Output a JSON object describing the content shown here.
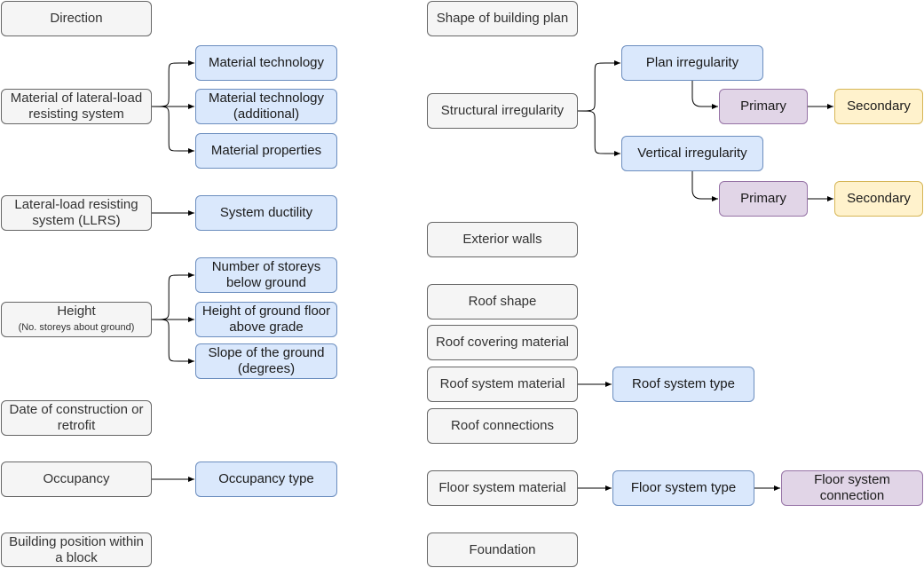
{
  "colors": {
    "gray_fill": "#f5f5f5",
    "gray_border": "#666666",
    "blue_fill": "#dae8fc",
    "blue_border": "#6c8ebf",
    "purple_fill": "#e1d5e7",
    "purple_border": "#9673a6",
    "yellow_fill": "#fff2cc",
    "yellow_border": "#d6b656",
    "connector": "#000000"
  },
  "nodes": {
    "direction": {
      "label": "Direction"
    },
    "material_llrs": {
      "label": "Material of lateral-load resisting system"
    },
    "material_technology": {
      "label": "Material technology"
    },
    "material_technology_additional": {
      "label": "Material technology (additional)"
    },
    "material_properties": {
      "label": "Material properties"
    },
    "llrs": {
      "label": "Lateral-load resisting system (LLRS)"
    },
    "system_ductility": {
      "label": "System ductility"
    },
    "height": {
      "label": "Height",
      "sub": "(No. storeys about ground)"
    },
    "storeys_below_ground": {
      "label": "Number of storeys below ground"
    },
    "height_ground_floor": {
      "label": "Height of ground floor above grade"
    },
    "slope_ground": {
      "label": "Slope of the ground (degrees)"
    },
    "date_construction": {
      "label": "Date of construction or retrofit"
    },
    "occupancy": {
      "label": "Occupancy"
    },
    "occupancy_type": {
      "label": "Occupancy type"
    },
    "building_position": {
      "label": "Building position within a block"
    },
    "shape_plan": {
      "label": "Shape of building plan"
    },
    "structural_irregularity": {
      "label": "Structural irregularity"
    },
    "plan_irregularity": {
      "label": "Plan irregularity"
    },
    "plan_primary": {
      "label": "Primary"
    },
    "plan_secondary": {
      "label": "Secondary"
    },
    "vertical_irregularity": {
      "label": "Vertical irregularity"
    },
    "vertical_primary": {
      "label": "Primary"
    },
    "vertical_secondary": {
      "label": "Secondary"
    },
    "exterior_walls": {
      "label": "Exterior walls"
    },
    "roof_shape": {
      "label": "Roof shape"
    },
    "roof_covering": {
      "label": "Roof covering material"
    },
    "roof_system_material": {
      "label": "Roof system material"
    },
    "roof_system_type": {
      "label": "Roof system type"
    },
    "roof_connections": {
      "label": "Roof connections"
    },
    "floor_system_material": {
      "label": "Floor system material"
    },
    "floor_system_type": {
      "label": "Floor system type"
    },
    "floor_system_connection": {
      "label": "Floor system connection"
    },
    "foundation": {
      "label": "Foundation"
    }
  },
  "edges": [
    [
      "material_llrs",
      "material_technology"
    ],
    [
      "material_llrs",
      "material_technology_additional"
    ],
    [
      "material_llrs",
      "material_properties"
    ],
    [
      "llrs",
      "system_ductility"
    ],
    [
      "height",
      "storeys_below_ground"
    ],
    [
      "height",
      "height_ground_floor"
    ],
    [
      "height",
      "slope_ground"
    ],
    [
      "occupancy",
      "occupancy_type"
    ],
    [
      "structural_irregularity",
      "plan_irregularity"
    ],
    [
      "structural_irregularity",
      "vertical_irregularity"
    ],
    [
      "plan_irregularity",
      "plan_primary"
    ],
    [
      "plan_primary",
      "plan_secondary"
    ],
    [
      "vertical_irregularity",
      "vertical_primary"
    ],
    [
      "vertical_primary",
      "vertical_secondary"
    ],
    [
      "roof_system_material",
      "roof_system_type"
    ],
    [
      "floor_system_material",
      "floor_system_type"
    ],
    [
      "floor_system_type",
      "floor_system_connection"
    ]
  ]
}
